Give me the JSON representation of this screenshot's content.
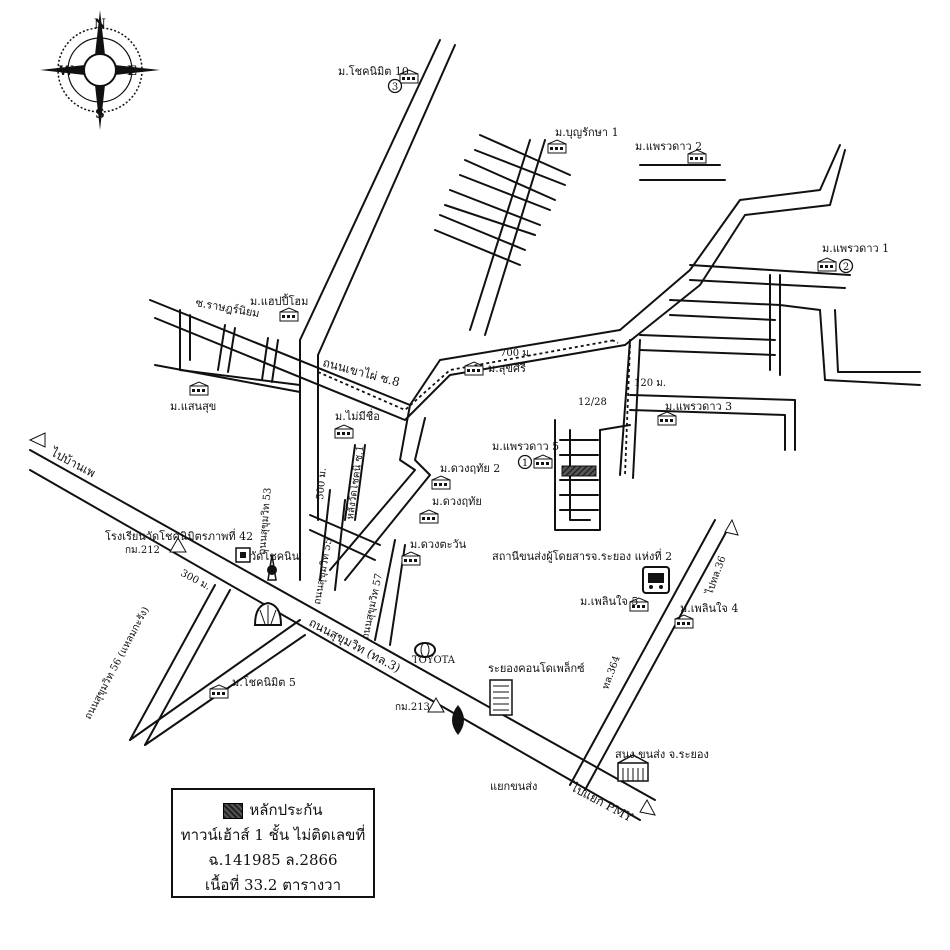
{
  "compass": {
    "n": "N",
    "s": "S",
    "e": "E",
    "w": "W"
  },
  "labels": {
    "chokniminit10": "ม.โชคนิมิต 10",
    "boonrugsa1": "ม.บุญรักษา 1",
    "praewdao2": "ม.แพรวดาว 2",
    "praewdao1": "ม.แพรวดาว 1",
    "soi_ranburinyom": "ซ.ราษฎร์นิยม",
    "happyhome": "ม.แฮปปี้โฮม",
    "khaomai_rd": "ถนนเขาไผ่ ซ.8",
    "dist_700": "700 ม.",
    "suksiri": "ม.สุขศิรี",
    "dist_120": "120 ม.",
    "lot_12_28": "12/28",
    "praewdao3": "ม.แพรวดาว 3",
    "saensuk": "ม.แสนสุข",
    "mainame": "ม.ไม่มีชื่อ",
    "praewdao5": "ม.แพรวดาว 5",
    "to_ban_phe": "ไปบ้านเพ",
    "lang_wat": "หลังวัดโชคนิ ซ.1",
    "duangruetai2": "ม.ดวงฤทัย 2",
    "duangruetai": "ม.ดวงฤทัย",
    "dist_500": "500 ม.",
    "sukhumvit53": "ถนนสุขุมวิท 53",
    "school": "โรงเรียนวัดโชคนิมิตรภาพที่ 42",
    "km212": "กม.212",
    "wat_chokninim": "วัดโชคนิน",
    "sukhumvit55": "ถนนสุขุมวิท 55",
    "duangtawan": "ม.ดวงตะวัน",
    "bus_station": "สถานีขนส่งผู้โดยสารจ.ระยอง แห่งที่ 2",
    "pleanjai5": "ม.เพลินใจ 5",
    "pleanjai4": "ม.เพลินใจ 4",
    "dist_300": "300 ม.",
    "sukhumvit57": "ถนนสุขุมวิท 57",
    "toyota": "TOYOTA",
    "sukhumvit_main": "ถนนสุขุมวิท (ทล.3)",
    "rayong_condo": "ระยองคอนโดเพล็กซ์",
    "sukhumvit56": "ถนนสุขุมวิท 56 (แหลมกะรัง)",
    "chokniminit5": "ม.โชคนิมิต 5",
    "km213": "กม.213",
    "road_364": "ทล.364",
    "road_36": "ไปทล.36",
    "transport_office": "สนง.ขนส่ง จ.ระยอง",
    "kaeng_khonsong": "แยกขนส่ง",
    "to_pmy": "ไปแยก PMY",
    "mark1": "1",
    "mark2": "2",
    "mark3": "3"
  },
  "legend": {
    "line1": "หลักประกัน",
    "line2": "ทาวน์เฮ้าส์ 1 ชั้น ไม่ติดเลขที่",
    "line3": "ฉ.141985 ล.2866",
    "line4": "เนื้อที่ 33.2 ตารางวา"
  }
}
